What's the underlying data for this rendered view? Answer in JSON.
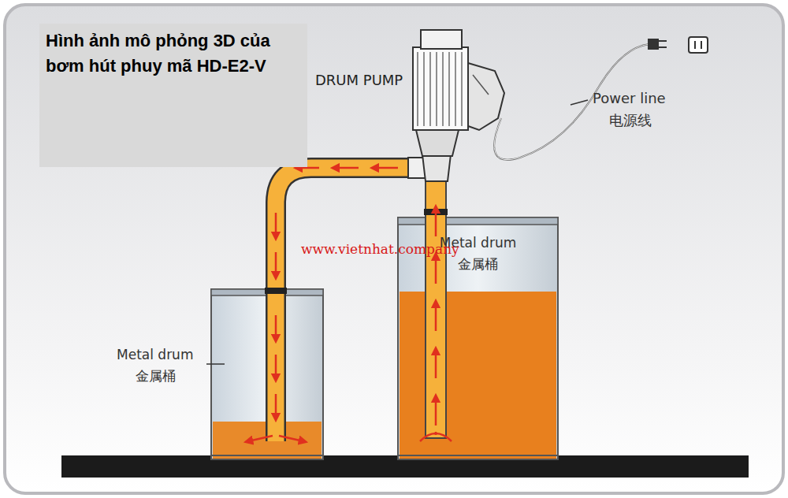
{
  "diagram": {
    "title": "Hình ảnh mô phỏng 3D của bơm hút phuy mã HD-E2-V",
    "nodes": [
      {
        "text": [
          "Metal drum",
          "金属桶"
        ]
      }
    ],
    "labels": [
      "DRUM PUMP",
      "Power line",
      "电源线",
      "www.vietnhat.company",
      "Metal drum",
      "金属桶"
    ]
  }
}
